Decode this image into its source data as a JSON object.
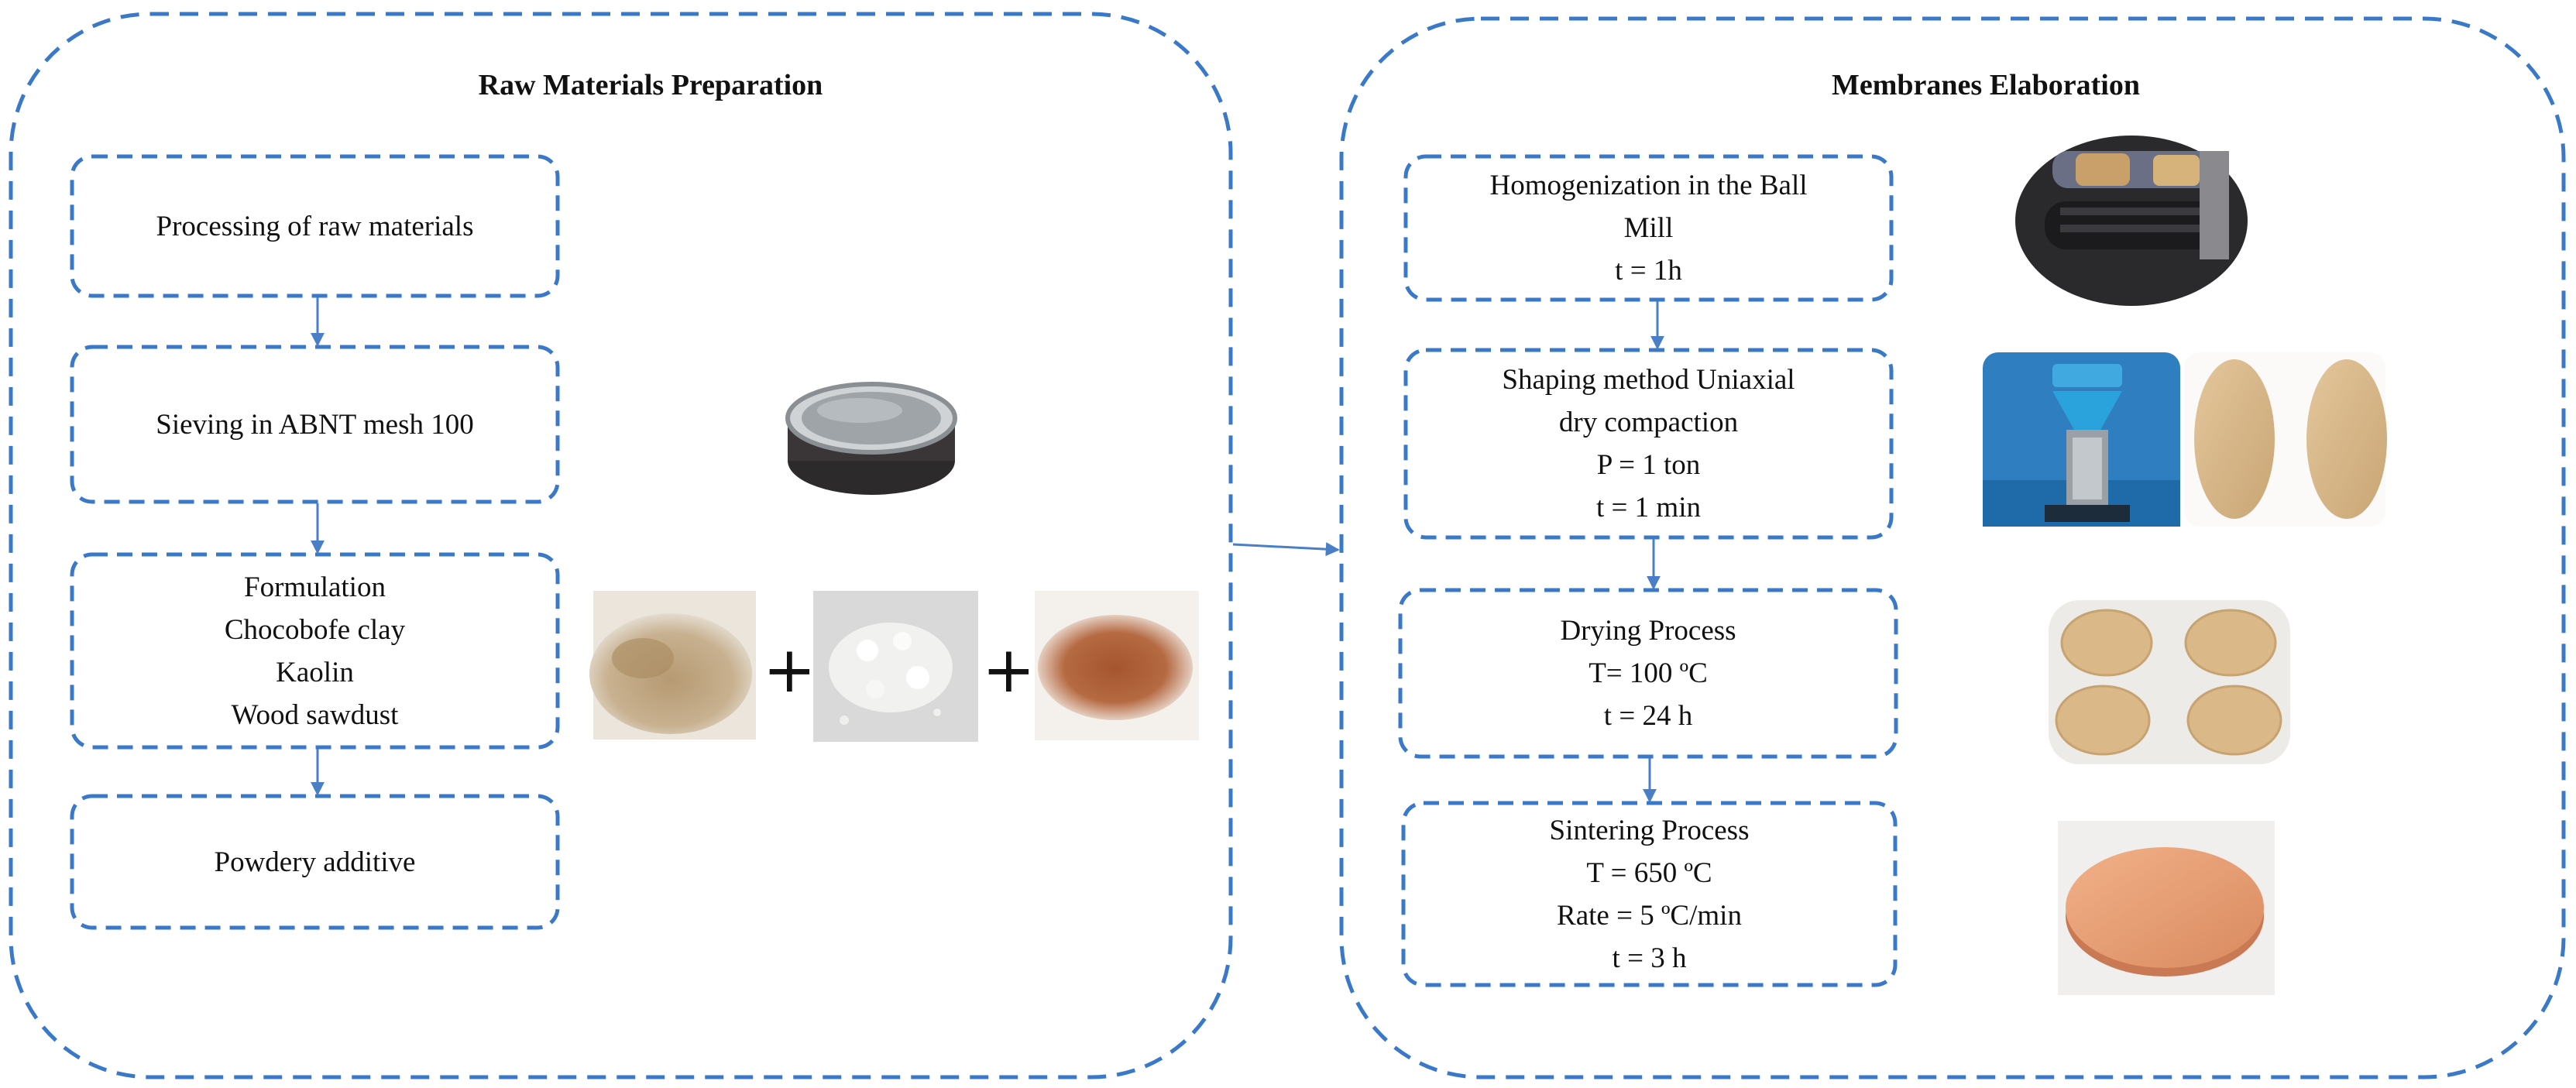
{
  "left_panel": {
    "title": "Raw Materials Preparation",
    "steps": [
      {
        "lines": [
          "Processing  of raw materials"
        ]
      },
      {
        "lines": [
          "Sieving  in ABNT mesh 100"
        ]
      },
      {
        "lines": [
          "Formulation",
          "Chocobofe clay",
          "Kaolin",
          "Wood sawdust"
        ]
      },
      {
        "lines": [
          "Powdery additive"
        ]
      }
    ],
    "plus_signs": [
      "+",
      "+"
    ]
  },
  "right_panel": {
    "title": "Membranes Elaboration",
    "steps": [
      {
        "lines": [
          "Homogenization  in the Ball",
          "Mill",
          "t = 1h"
        ]
      },
      {
        "lines": [
          "Shaping  method  Uniaxial",
          "dry compaction",
          "P = 1 ton",
          "t = 1 min"
        ]
      },
      {
        "lines": [
          "Drying  Process",
          "T= 100 ºC",
          "t = 24 h"
        ]
      },
      {
        "lines": [
          "Sintering  Process",
          "T = 650 ºC",
          "Rate = 5 ºC/min",
          "t = 3 h"
        ]
      }
    ]
  },
  "colors": {
    "dashed_border": "#3a78c8",
    "arrow": "#4a7fc8"
  }
}
